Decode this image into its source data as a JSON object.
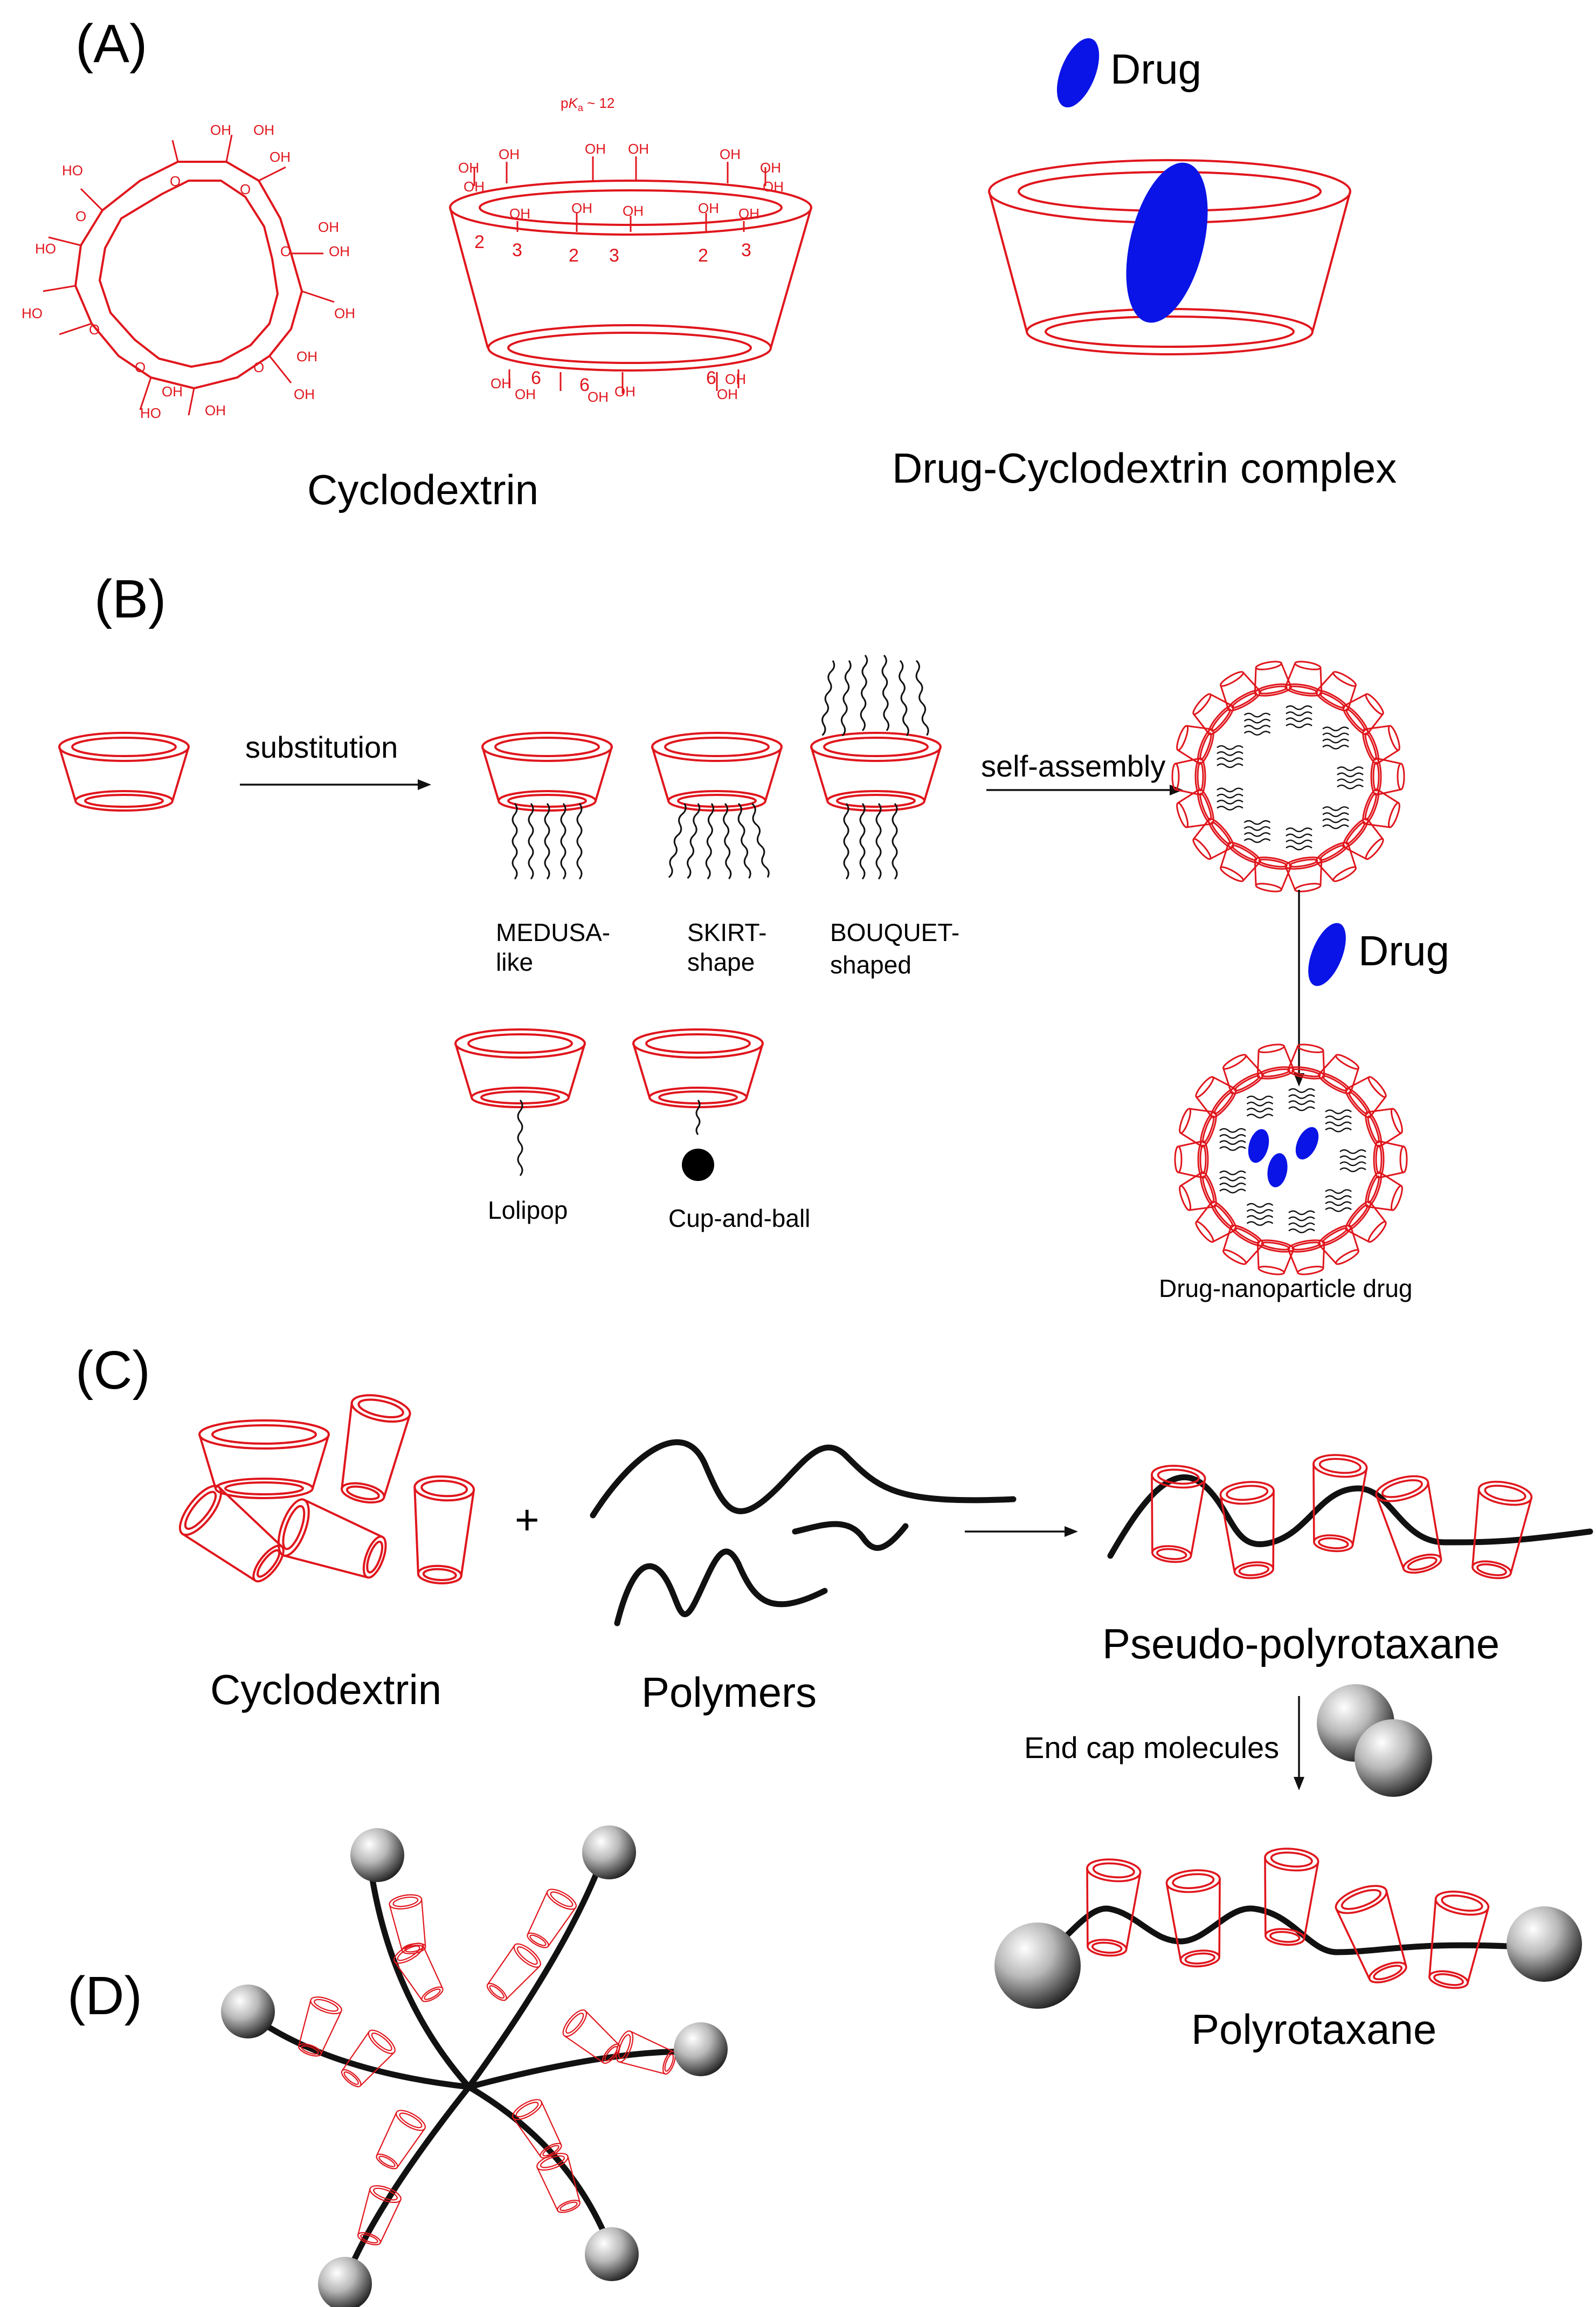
{
  "panels": {
    "A": "(A)",
    "B": "(B)",
    "C": "(C)",
    "D": "(D)"
  },
  "panel_a": {
    "caption_left": "Cyclodextrin",
    "caption_right": "Drug-Cyclodextrin complex",
    "drug_label": "Drug",
    "pka_prefix": "p",
    "pka_k": "K",
    "pka_sub": "a",
    "pka_value": " ~ 12",
    "oh": "OH",
    "ho": "HO",
    "o": "O",
    "num_2": "2",
    "num_3": "3",
    "num_6": "6"
  },
  "panel_b": {
    "arrow1_label": "substitution",
    "arrow2_label": "self-assembly",
    "drug_label": "Drug",
    "medusa_1": "MEDUSA-",
    "medusa_2": "like",
    "skirt_1": "SKIRT-",
    "skirt_2": "shape",
    "bouquet_1": "BOUQUET-",
    "bouquet_2": "shaped",
    "lolipop": "Lolipop",
    "cup_and_ball": "Cup-and-ball",
    "nanoparticle_caption": "Drug-nanoparticle drug"
  },
  "panel_c": {
    "plus": "+",
    "cyclodextrin": "Cyclodextrin",
    "polymers": "Polymers",
    "pseudo": "Pseudo-polyrotaxane",
    "end_cap": "End cap molecules",
    "polyrotaxane": "Polyrotaxane"
  },
  "colors": {
    "cyclodextrin": "#e0161d",
    "drug": "#0a14e6",
    "polymer": "#111111",
    "end_cap": "#8a8a8a"
  }
}
